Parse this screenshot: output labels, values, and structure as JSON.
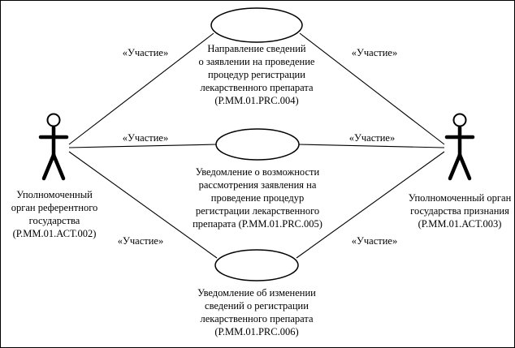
{
  "diagram": {
    "actors": {
      "left": {
        "lines": [
          "Уполномоченный",
          "орган референтного",
          "государства",
          "(Р.ММ.01.АСТ.002)"
        ]
      },
      "right": {
        "lines": [
          "Уполномоченный орган",
          "государства признания",
          "(Р.ММ.01.АСТ.003)"
        ]
      }
    },
    "use_cases": {
      "top": {
        "lines": [
          "Направление сведений",
          "о заявлении на проведение",
          "процедур регистрации",
          "лекарственного препарата",
          "(Р.ММ.01.PRC.004)"
        ]
      },
      "middle": {
        "lines": [
          "Уведомление о возможности",
          "рассмотрения заявления на",
          "проведение процедур",
          "регистрации лекарственного",
          "препарата (Р.ММ.01.PRC.005)"
        ]
      },
      "bottom": {
        "lines": [
          "Уведомление об изменении",
          "сведений о регистрации",
          "лекарственного препарата",
          "(Р.ММ.01.PRC.006)"
        ]
      }
    },
    "edge_label": "«Участие»"
  }
}
